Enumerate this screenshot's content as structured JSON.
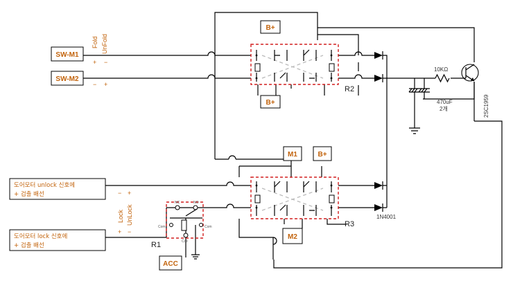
{
  "blocks": {
    "sw_m1": "SW-M1",
    "sw_m2": "SW-M2",
    "bplus_top1": "B+",
    "bplus_top2": "B+",
    "bplus_bot": "B+",
    "m1": "M1",
    "m2": "M2",
    "acc": "ACC"
  },
  "labels": {
    "r1": "R1",
    "r2": "R2",
    "r3": "R3",
    "fold": "Fold",
    "unfold": "UnFold",
    "lock": "Lock",
    "unlock": "UnLock",
    "plus": "+",
    "minus": "−",
    "resistor": "10KΩ",
    "cap": "470uF",
    "cap_count": "2개",
    "transistor": "2SC1959",
    "diode": "1N4001",
    "nc": "NC",
    "no": "NO",
    "coil": "Coil",
    "com1": "Com",
    "com2": "Com"
  },
  "notes": {
    "unlock_line1": "도어모터 unlock 신호에",
    "unlock_line2": "+ 검출 배선",
    "lock_line1": "도어모터 lock 신호에",
    "lock_line2": "+ 검출 배선"
  }
}
